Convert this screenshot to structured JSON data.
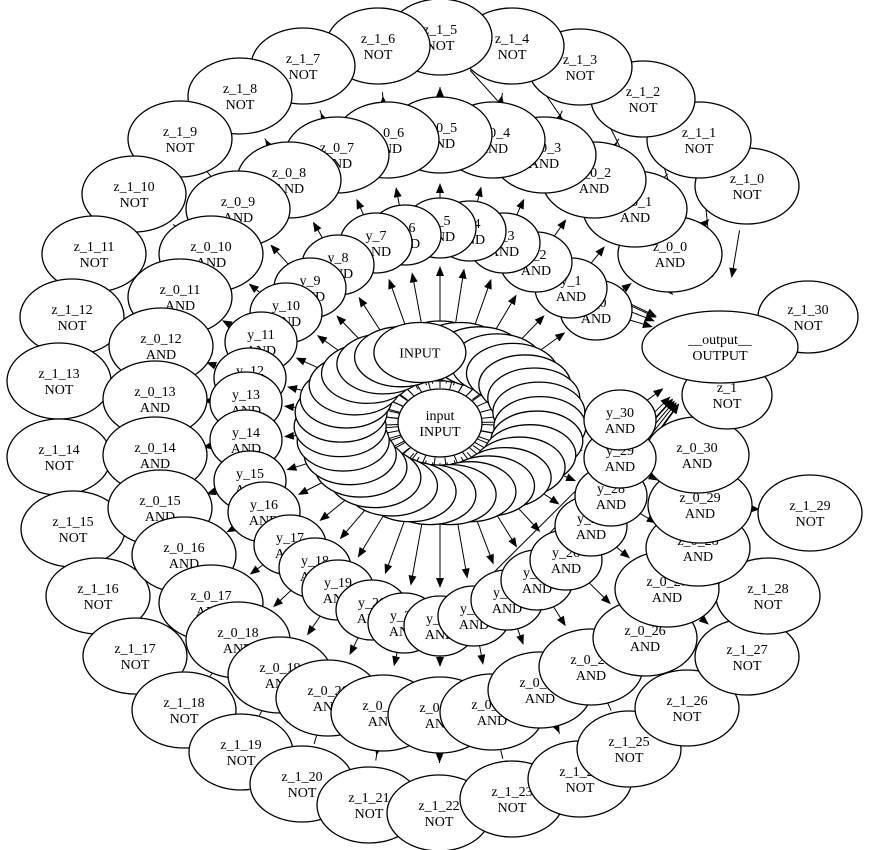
{
  "graph": {
    "center": {
      "name": "input",
      "type": "INPUT"
    },
    "output": {
      "name": "__output__",
      "type": "OUTPUT"
    },
    "extra_nodes": [
      {
        "name": "z_1",
        "type": "NOT"
      },
      {
        "name": "z_1_30",
        "type": "NOT"
      }
    ],
    "input_labels": [
      "INPUT"
    ],
    "input_count": 31,
    "y_gates": [
      "y_0",
      "y_1",
      "y_2",
      "y_3",
      "y_4",
      "y_5",
      "y_6",
      "y_7",
      "y_8",
      "y_9",
      "y_10",
      "y_11",
      "y_12",
      "y_13",
      "y_14",
      "y_15",
      "y_16",
      "y_17",
      "y_18",
      "y_19",
      "y_20",
      "y_21",
      "y_22",
      "y_23",
      "y_24",
      "y_25",
      "y_26",
      "y_27",
      "y_28",
      "y_29",
      "y_30"
    ],
    "y_gate_type": "AND",
    "z0_gates": [
      "z_0_0",
      "z_0_1",
      "z_0_2",
      "z_0_3",
      "z_0_4",
      "z_0_5",
      "z_0_6",
      "z_0_7",
      "z_0_8",
      "z_0_9",
      "z_0_10",
      "z_0_11",
      "z_0_12",
      "z_0_13",
      "z_0_14",
      "z_0_15",
      "z_0_16",
      "z_0_17",
      "z_0_18",
      "z_0_19",
      "z_0_20",
      "z_0_21",
      "z_0_22",
      "z_0_23",
      "z_0_24",
      "z_0_25",
      "z_0_26",
      "z_0_27",
      "z_0_28",
      "z_0_29",
      "z_0_30"
    ],
    "z0_gate_type": "AND",
    "z1_gates": [
      "z_1_0",
      "z_1_1",
      "z_1_2",
      "z_1_3",
      "z_1_4",
      "z_1_5",
      "z_1_6",
      "z_1_7",
      "z_1_8",
      "z_1_9",
      "z_1_10",
      "z_1_11",
      "z_1_12",
      "z_1_13",
      "z_1_14",
      "z_1_15",
      "z_1_16",
      "z_1_17",
      "z_1_18",
      "z_1_19",
      "z_1_20",
      "z_1_21",
      "z_1_22",
      "z_1_23",
      "z_1_24",
      "z_1_25",
      "z_1_26",
      "z_1_27",
      "z_1_28",
      "z_1_29"
    ],
    "z1_gate_type": "NOT"
  }
}
